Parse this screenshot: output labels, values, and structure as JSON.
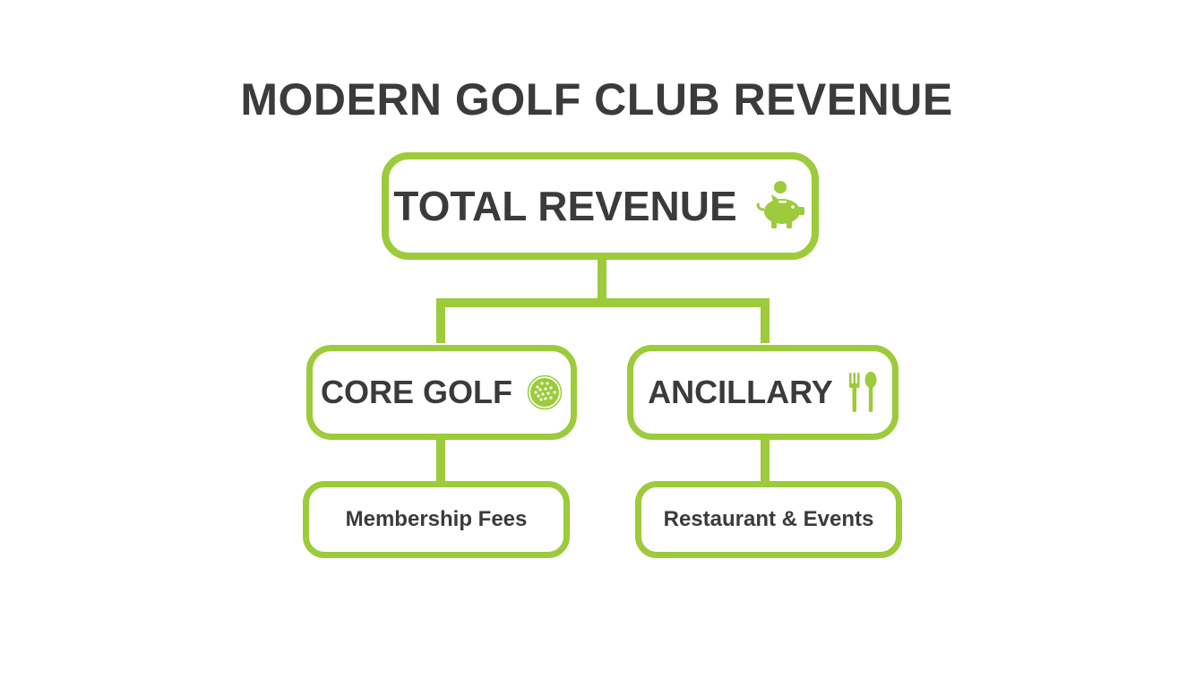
{
  "title": "MODERN GOLF CLUB REVENUE",
  "colors": {
    "accent": "#9ccb3b",
    "text": "#3b3b3b",
    "background": "#ffffff"
  },
  "root": {
    "label": "TOTAL REVENUE",
    "icon": "piggy-bank-icon"
  },
  "branches": [
    {
      "label": "CORE GOLF",
      "icon": "golf-ball-icon",
      "child": {
        "label": "Membership Fees"
      }
    },
    {
      "label": "ANCILLARY",
      "icon": "fork-spoon-icon",
      "child": {
        "label": "Restaurant & Events"
      }
    }
  ]
}
